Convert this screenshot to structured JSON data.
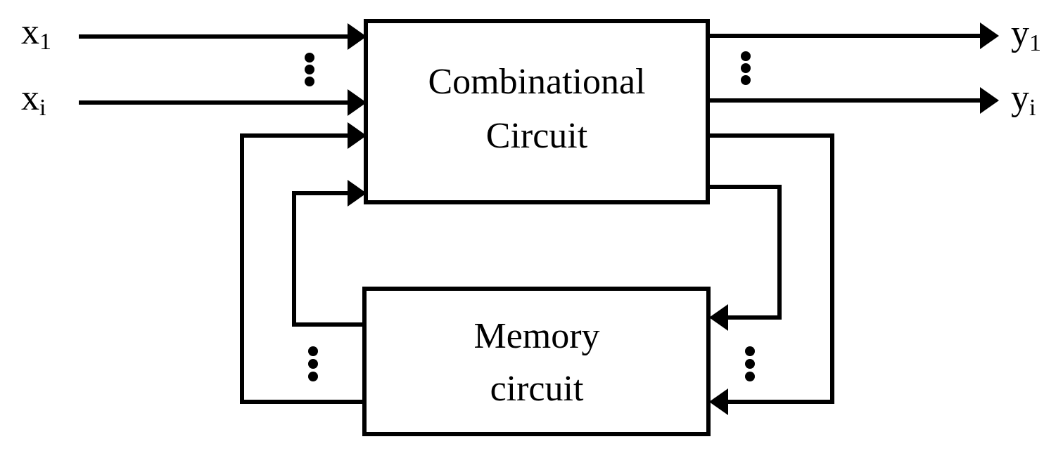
{
  "diagram": {
    "title": "Sequential circuit block diagram",
    "stroke_color": "#000000",
    "background_color": "#ffffff",
    "blocks": [
      {
        "id": "combinational-circuit",
        "line1": "Combinational",
        "line2": "Circuit"
      },
      {
        "id": "memory-circuit",
        "line1": "Memory",
        "line2": "circuit"
      }
    ],
    "inputs": [
      {
        "id": "x1",
        "base": "x",
        "sub": "1"
      },
      {
        "id": "xi",
        "base": "x",
        "sub": "i"
      }
    ],
    "outputs": [
      {
        "id": "y1",
        "base": "y",
        "sub": "1"
      },
      {
        "id": "yi",
        "base": "y",
        "sub": "i"
      }
    ],
    "ellipses": [
      {
        "id": "input-ellipsis",
        "glyph": "vertical-dots"
      },
      {
        "id": "output-ellipsis",
        "glyph": "vertical-dots"
      },
      {
        "id": "feedback-left-ellipsis",
        "glyph": "vertical-dots"
      },
      {
        "id": "feedback-right-ellipsis",
        "glyph": "vertical-dots"
      }
    ],
    "wires": [
      {
        "id": "input-wire-x1",
        "direction": "right",
        "label": "x1 into combinational circuit"
      },
      {
        "id": "input-wire-xi",
        "direction": "right",
        "label": "xi into combinational circuit"
      },
      {
        "id": "output-wire-y1",
        "direction": "right",
        "label": "y1 from combinational circuit"
      },
      {
        "id": "output-wire-yi",
        "direction": "right",
        "label": "yi from combinational circuit"
      },
      {
        "id": "feedback-outer-right",
        "direction": "down",
        "label": "combinational circuit to memory circuit (outer)"
      },
      {
        "id": "feedback-inner-right",
        "direction": "down",
        "label": "combinational circuit to memory circuit (inner)"
      },
      {
        "id": "feedback-outer-left",
        "direction": "up",
        "label": "memory circuit to combinational circuit (outer)"
      },
      {
        "id": "feedback-inner-left",
        "direction": "up",
        "label": "memory circuit to combinational circuit (inner)"
      }
    ]
  }
}
